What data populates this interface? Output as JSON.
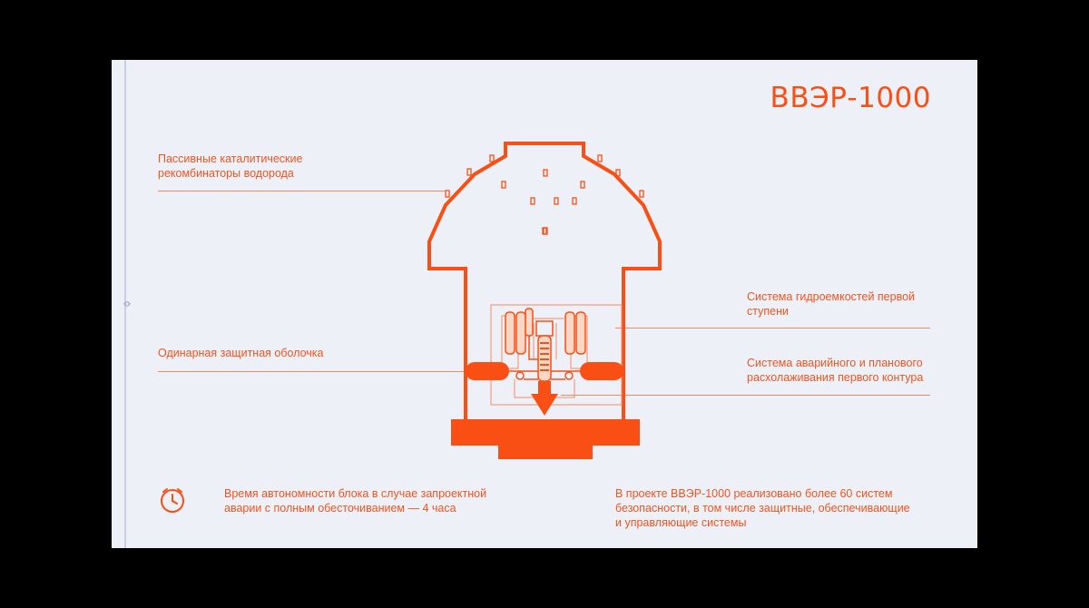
{
  "title": "ВВЭР-1000",
  "nav_arrows": "‹›",
  "callouts": {
    "recombiners": "Пассивные каталитические рекомбинаторы водорода",
    "containment": "Одинарная защитная оболочка",
    "hydro_tanks": "Система гидроемкостей первой ступени",
    "cooldown": "Система аварийного и планового расхолаживания первого контура"
  },
  "notes": {
    "autonomy": "Время автономности блока в случае запроектной аварии с полным обесточиванием — 4 часа",
    "systems": "В проекте ВВЭР-1000 реализовано более 60 систем безопасности, в том числе защитные, обеспечивающие и управляющие системы"
  },
  "colors": {
    "accent": "#fa4f14",
    "background": "#eef0f8",
    "frame": "#000000"
  },
  "icons": {
    "clock": "clock-icon",
    "nav": "nav-arrows-icon"
  }
}
